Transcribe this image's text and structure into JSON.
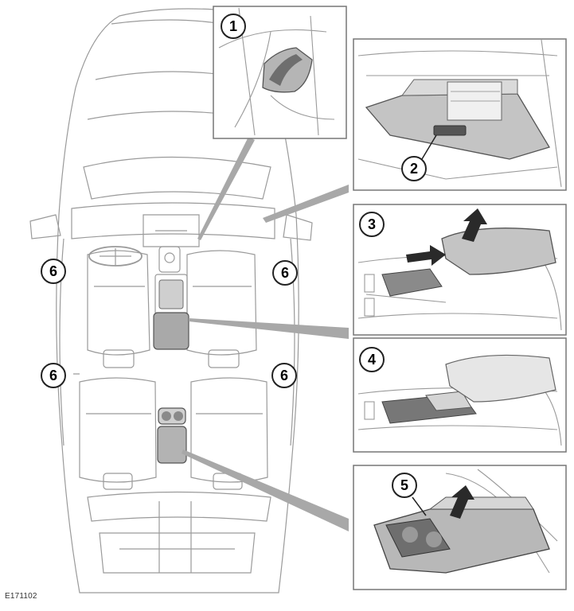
{
  "reference_code": "E171102",
  "callouts": {
    "c1": "1",
    "c2": "2",
    "c3": "3",
    "c4": "4",
    "c5": "5",
    "c6": "6"
  },
  "colors": {
    "line": "#8a8a8a",
    "panel_border": "#777777",
    "part_fill": "#b5b5b5",
    "part_dark": "#6e6e6e",
    "arrow_dark": "#2a2a2a",
    "leader": "#9a9a9a"
  }
}
